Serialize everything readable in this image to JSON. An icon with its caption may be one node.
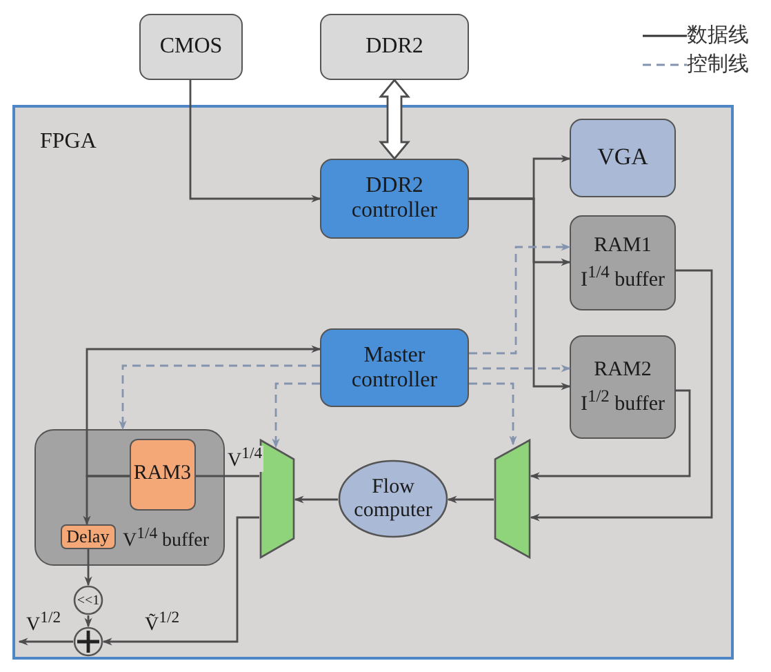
{
  "diagram": {
    "nodes": [
      {
        "text": [
          "CMOS"
        ]
      },
      {
        "text": [
          "DDR2"
        ]
      },
      {
        "text": [
          "FPGA"
        ]
      },
      {
        "text": [
          "DDR2 controller"
        ],
        "in": 2
      },
      {
        "text": [
          "VGA"
        ],
        "in": 2
      },
      {
        "text": [
          "RAM1",
          "I$^{1/4}$ buffer"
        ],
        "in": 2
      },
      {
        "text": [
          "RAM2",
          "I$^{1/2}$ buffer"
        ],
        "in": 2
      },
      {
        "text": [
          "Master controller"
        ],
        "in": 2
      },
      {
        "text": [
          "V$^{1/4}$ buffer"
        ],
        "in": 2
      },
      {
        "text": [
          "RAM3"
        ],
        "in": 8
      },
      {
        "text": [
          "Delay"
        ],
        "in": 8
      },
      {
        "text": [],
        "shape": "trapezoid",
        "in": 2
      },
      {
        "text": [
          "Flow computer"
        ],
        "in": 2
      },
      {
        "text": [],
        "shape": "trapezoid",
        "in": 2
      },
      {
        "text": [
          "<<1"
        ],
        "in": 2
      },
      {
        "text": [],
        "shape": "circle",
        "in": 2
      }
    ],
    "edges": [
      {
        "from": 0,
        "to": 3,
        "arrow": "to"
      },
      {
        "from": 1,
        "to": 3,
        "arrow": "both",
        "style": "thick"
      },
      {
        "from": 3,
        "to": 4,
        "arrow": "to"
      },
      {
        "from": 3,
        "to": 5,
        "arrow": "to"
      },
      {
        "from": 3,
        "to": 6,
        "arrow": "to"
      },
      {
        "from": 7,
        "to": 5,
        "arrow": "to",
        "style": "dashed",
        "color": "#8494ae"
      },
      {
        "from": 7,
        "to": 6,
        "arrow": "to",
        "style": "dashed",
        "color": "#8494ae"
      },
      {
        "from": 7,
        "to": 13,
        "arrow": "to",
        "style": "dashed",
        "color": "#8494ae"
      },
      {
        "from": 7,
        "to": 8,
        "arrow": "to",
        "style": "dashed",
        "color": "#8494ae"
      },
      {
        "from": 7,
        "to": 11,
        "arrow": "to",
        "style": "dashed",
        "color": "#8494ae"
      },
      {
        "from": 5,
        "to": 13,
        "arrow": "to"
      },
      {
        "from": 6,
        "to": 13,
        "arrow": "to"
      },
      {
        "from": 13,
        "to": 12,
        "arrow": "to"
      },
      {
        "from": 12,
        "to": 11,
        "arrow": "to"
      },
      {
        "from": 11,
        "to": 9,
        "arrow": "none",
        "label": "V$^{1/4}$"
      },
      {
        "from": 9,
        "to": 7,
        "arrow": "to"
      },
      {
        "from": 9,
        "to": 10,
        "arrow": "to"
      },
      {
        "from": 10,
        "to": 14,
        "arrow": "to"
      },
      {
        "from": 14,
        "to": 15,
        "arrow": "to"
      },
      {
        "from": 11,
        "to": 15,
        "arrow": "to",
        "label": "Ṽ$^{1/2}$"
      },
      {
        "from": 15,
        "to": null,
        "arrow": "to",
        "label": "V$^{1/2}$"
      }
    ],
    "legend": [
      {
        "text": "数据线"
      },
      {
        "text": "控制线"
      }
    ]
  }
}
